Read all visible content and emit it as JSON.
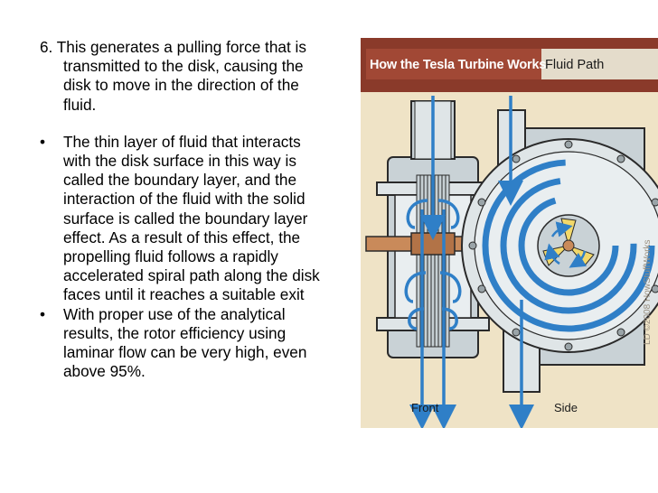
{
  "paragraph_intro": {
    "lines": [
      "6. This generates a pulling force that is",
      "transmitted to the disk, causing the",
      "disk to move in the direction of the",
      "fluid."
    ]
  },
  "bullets": [
    {
      "marker": "•",
      "lines": [
        "The thin layer of fluid that interacts",
        "with the disk surface in this way is",
        "called the boundary layer, and the",
        "interaction of the fluid with the solid",
        "surface is called the boundary layer",
        "effect. As a result of this effect, the",
        "propelling fluid follows a rapidly",
        "accelerated spiral path along the disk",
        "faces until it reaches a suitable exit"
      ]
    },
    {
      "marker": "•",
      "lines": [
        "With proper use of the analytical",
        "results, the rotor efficiency using",
        "laminar flow can be very high, even",
        "above 95%."
      ]
    }
  ],
  "figure": {
    "title": "How the Tesla Turbine Works",
    "subtitle": "Fluid Path",
    "label_front": "Front",
    "label_side": "Side",
    "credit": "LD ©2008 HowStuffWorks",
    "colors": {
      "background": "#efe3c6",
      "header": "#8a3a2a",
      "fluid": "#2f7fc7",
      "metal": "#c9d2d6",
      "shaft": "#c98a5a"
    }
  }
}
